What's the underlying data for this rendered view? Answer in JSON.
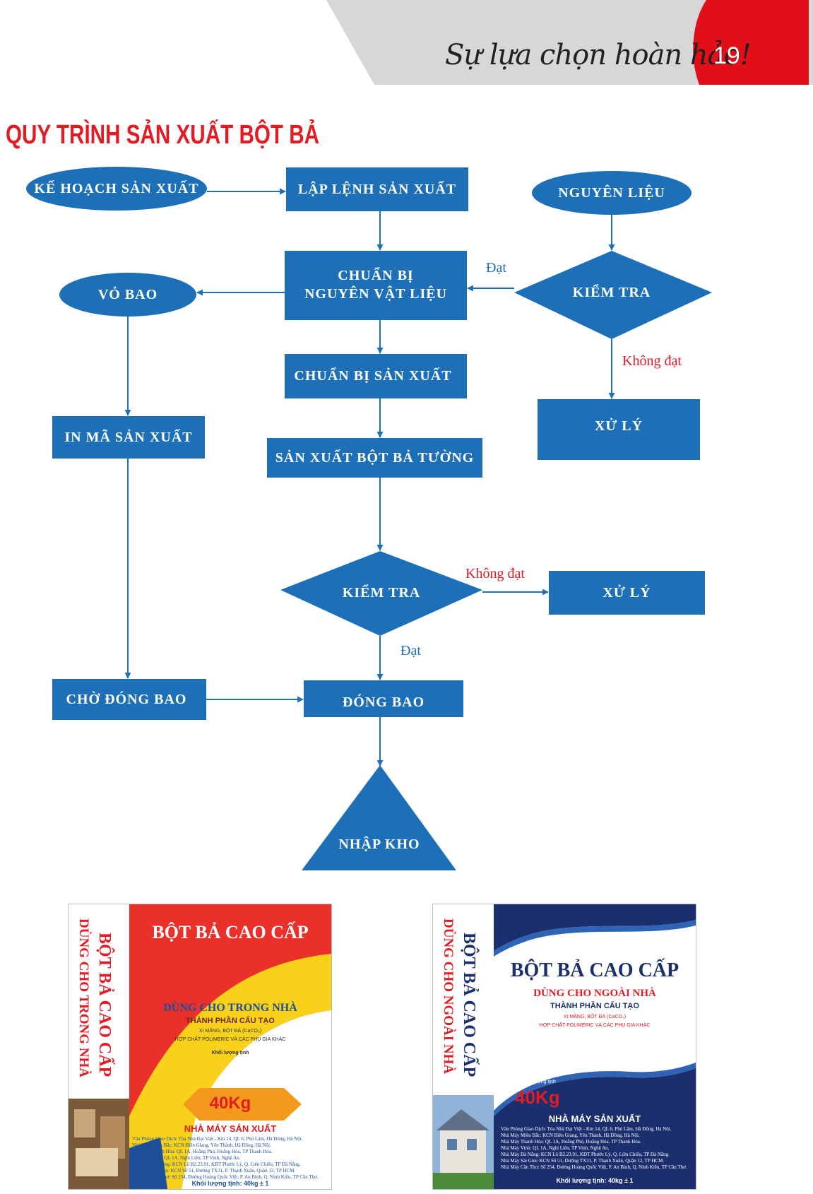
{
  "header": {
    "slogan": "Sự lựa chọn hoàn hảo!",
    "page_number": "19",
    "colors": {
      "band": "#d7d7d9",
      "tab": "#e30f18"
    }
  },
  "title": "QUY TRÌNH SẢN XUẤT BỘT BẢ",
  "flowchart": {
    "colors": {
      "node": "#1d70b8",
      "accent_text": "#e31b23",
      "pass_text": "#1d70b8"
    },
    "nodes": {
      "plan": "KẾ HOẠCH SẢN XUẤT",
      "order": "LẬP LỆNH SẢN XUẤT",
      "material": "NGUYÊN LIỆU",
      "packaging": "VỎ BAO",
      "prep_material_1": "CHUẨN BỊ",
      "prep_material_2": "NGUYÊN VẬT LIỆU",
      "check_1": "KIỂM TRA",
      "prep_production": "CHUẨN BỊ SẢN XUẤT",
      "handle_1": "XỬ LÝ",
      "print_code": "IN MÃ SẢN XUẤT",
      "produce": "SẢN XUẤT BỘT BẢ TƯỜNG",
      "check_2": "KIỂM TRA",
      "handle_2": "XỬ LÝ",
      "wait_bagging": "CHỜ ĐÓNG BAO",
      "bagging": "ĐÓNG BAO",
      "warehouse": "NHẬP KHO"
    },
    "edge_labels": {
      "pass_1": "Đạt",
      "fail_1": "Không đạt",
      "fail_2": "Không đạt",
      "pass_2": "Đạt"
    }
  },
  "bags": [
    {
      "side_1": "BỘT BẢ CAO CẤP",
      "side_2": "DÙNG CHO TRONG NHÀ",
      "headline": "BỘT BẢ CAO CẤP",
      "usage": "DÙNG CHO TRONG NHÀ",
      "composition_title": "THÀNH PHẦN CẤU TẠO",
      "composition_1": "XI MĂNG, BỘT ĐÁ (CaCO₃)",
      "composition_2": "HỢP CHẤT POLIMERIC VÀ CÁC PHỤ GIA KHÁC",
      "net_weight_label": "Khối lượng tịnh",
      "weight": "40Kg",
      "factory": "NHÀ MÁY SẢN XUẤT",
      "addresses": [
        "Văn Phòng Giao Dịch: Tòa Nhà Đại Việt - Km 14, QL 6, Phú Lãm, Hà Đông, Hà Nội.",
        "Nhà Máy Miền Bắc: KCN Biên Giang, Yên Thành, Hà Đông, Hà Nội.",
        "Nhà Máy Thanh Hóa: QL 1A, Hoằng Phú, Hoằng Hóa, TP Thanh Hóa.",
        "Nhà Máy Vinh: QL 1A, Nghi Liên, TP Vinh, Nghệ An.",
        "Nhà Máy Đà Nẵng: KCN Lô B2.23.91, KĐT Phước Lý, Q. Liên Chiểu, TP Đà Nẵng.",
        "Nhà Máy Sài Gòn: KCN Số 51, Đường TX31, P. Thạnh Xuân, Quận 12, TP HCM.",
        "Nhà Máy Cần Thơ: Số 254, Đường Hoàng Quốc Việt, P. An Bình, Q. Ninh Kiều, TP Cần Thơ."
      ],
      "net_weight_footer": "Khối lượng tịnh: 40kg ± 1"
    },
    {
      "side_1": "BỘT BẢ CAO CẤP",
      "side_2": "DÙNG CHO NGOÀI NHÀ",
      "headline": "BỘT BẢ CAO CẤP",
      "usage": "DÙNG CHO NGOÀI NHÀ",
      "composition_title": "THÀNH PHẦN CẤU TẠO",
      "composition_1": "XI MĂNG, BỘT ĐÁ (CaCO₃)",
      "composition_2": "HỢP CHẤT POLIMERIC VÀ CÁC PHỤ GIA KHÁC",
      "net_weight_label": "Khối lượng tịnh",
      "weight": "40Kg",
      "factory": "NHÀ MÁY SẢN XUẤT",
      "addresses": [
        "Văn Phòng Giao Dịch: Tòa Nhà Đại Việt - Km 14, QL 6, Phú Lãm, Hà Đông, Hà Nội.",
        "Nhà Máy Miền Bắc: KCN Biên Giang, Yên Thành, Hà Đông, Hà Nội.",
        "Nhà Máy Thanh Hóa: QL 1A, Hoằng Phú, Hoằng Hóa, TP Thanh Hóa.",
        "Nhà Máy Vinh: QL 1A, Nghi Liên, TP Vinh, Nghệ An.",
        "Nhà Máy Đà Nẵng: KCN Lô B2.23.91, KĐT Phước Lý, Q. Liên Chiểu, TP Đà Nẵng.",
        "Nhà Máy Sài Gòn: KCN Số 51, Đường TX31, P. Thạnh Xuân, Quận 12, TP HCM.",
        "Nhà Máy Cần Thơ: Số 254, Đường Hoàng Quốc Việt, P. An Bình, Q. Ninh Kiều, TP Cần Thơ."
      ],
      "net_weight_footer": "Khối lượng tịnh: 40kg ± 1"
    }
  ]
}
